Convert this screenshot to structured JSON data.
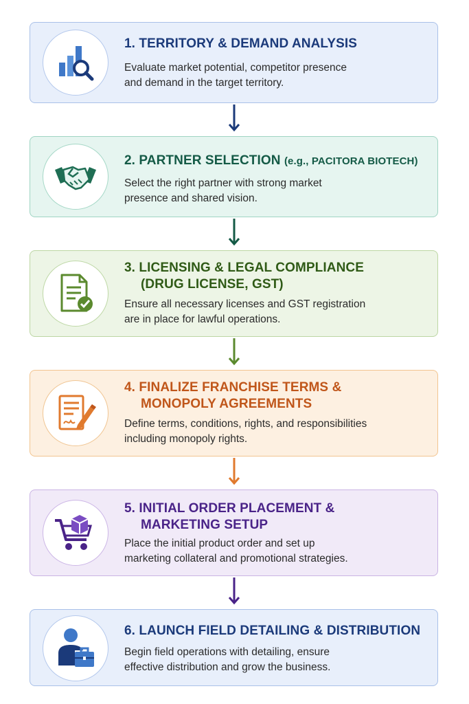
{
  "steps": [
    {
      "title": "1. TERRITORY & DEMAND ANALYSIS",
      "desc_lines": [
        "Evaluate market potential, competitor presence",
        "and demand in the target territory."
      ],
      "icon": "bar-chart-magnifier-icon",
      "color": "#1b3a7a"
    },
    {
      "title": "2. PARTNER SELECTION ",
      "title_small": "(e.g., PACITORA BIOTECH)",
      "desc_lines": [
        "Select the right partner with strong market",
        "presence and shared vision."
      ],
      "icon": "handshake-icon",
      "color": "#145a46"
    },
    {
      "title": "3. LICENSING & LEGAL COMPLIANCE",
      "title_line2": "(DRUG LICENSE, GST)",
      "desc_lines": [
        "Ensure all necessary licenses and GST registration",
        "are in place for lawful operations."
      ],
      "icon": "document-check-icon",
      "color": "#2f5a16"
    },
    {
      "title": "4. FINALIZE FRANCHISE TERMS &",
      "title_line2": "MONOPOLY AGREEMENTS",
      "desc_lines": [
        "Define terms, conditions, rights, and responsibilities",
        "including monopoly rights."
      ],
      "icon": "contract-pen-icon",
      "color": "#c0561a"
    },
    {
      "title": "5. INITIAL ORDER PLACEMENT &",
      "title_line2": "MARKETING SETUP",
      "desc_lines": [
        "Place the initial product order and set up",
        "marketing collateral and promotional strategies."
      ],
      "icon": "cart-box-icon",
      "color": "#4a2388"
    },
    {
      "title": "6. LAUNCH FIELD DETAILING & DISTRIBUTION",
      "desc_lines": [
        "Begin field operations with detailing, ensure",
        "effective distribution and grow the business."
      ],
      "icon": "person-briefcase-icon",
      "color": "#1b3a7a"
    }
  ],
  "arrow_colors": [
    "#1b3a7a",
    "#145a46",
    "#5b8a2e",
    "#e07a2e",
    "#4a2388"
  ]
}
